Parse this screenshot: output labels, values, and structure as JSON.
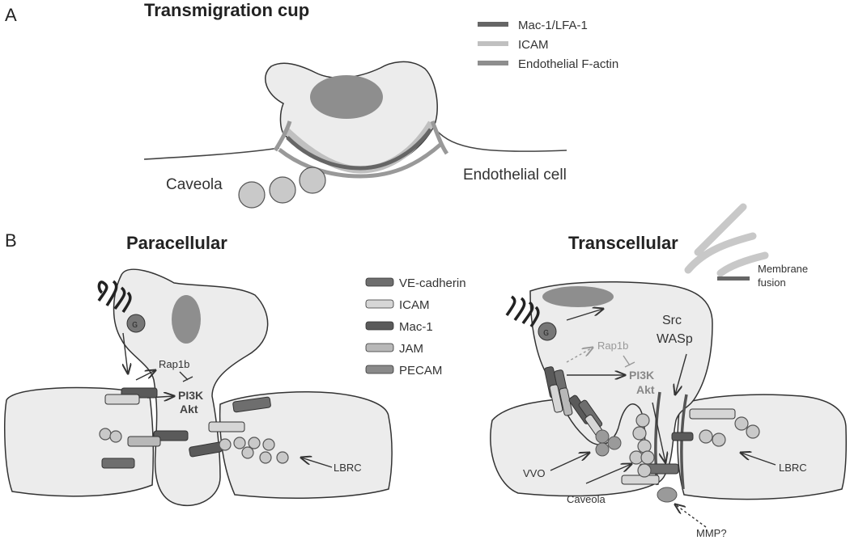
{
  "panel_a": {
    "letter": "A",
    "title": "Transmigration cup",
    "labels": {
      "caveola": "Caveola",
      "endothelial_cell": "Endothelial cell"
    },
    "legend": [
      {
        "label": "Mac-1/LFA-1",
        "color": "#666666"
      },
      {
        "label": "ICAM",
        "color": "#c0c0c0"
      },
      {
        "label": "Endothelial F-actin",
        "color": "#8e8e8e"
      }
    ]
  },
  "panel_b": {
    "letter": "B",
    "paracellular": {
      "title": "Paracellular",
      "rap1b": "Rap1b",
      "pi3k": "PI3K",
      "akt": "Akt",
      "lbrc": "LBRC"
    },
    "legend": [
      {
        "label": "VE-cadherin",
        "color": "#6e6e6e"
      },
      {
        "label": "ICAM",
        "color": "#d6d6d6"
      },
      {
        "label": "Mac-1",
        "color": "#5a5a5a"
      },
      {
        "label": "JAM",
        "color": "#b8b8b8"
      },
      {
        "label": "PECAM",
        "color": "#8a8a8a"
      }
    ],
    "transcellular": {
      "title": "Transcellular",
      "membrane_fusion_line1": "Membrane",
      "membrane_fusion_line2": "fusion",
      "src": "Src",
      "wasp": "WASp",
      "rap1b": "Rap1b",
      "pi3k": "PI3K",
      "akt": "Akt",
      "vvo": "VVO",
      "caveola": "Caveola",
      "lbrc": "LBRC",
      "mmp": "MMP?"
    }
  }
}
